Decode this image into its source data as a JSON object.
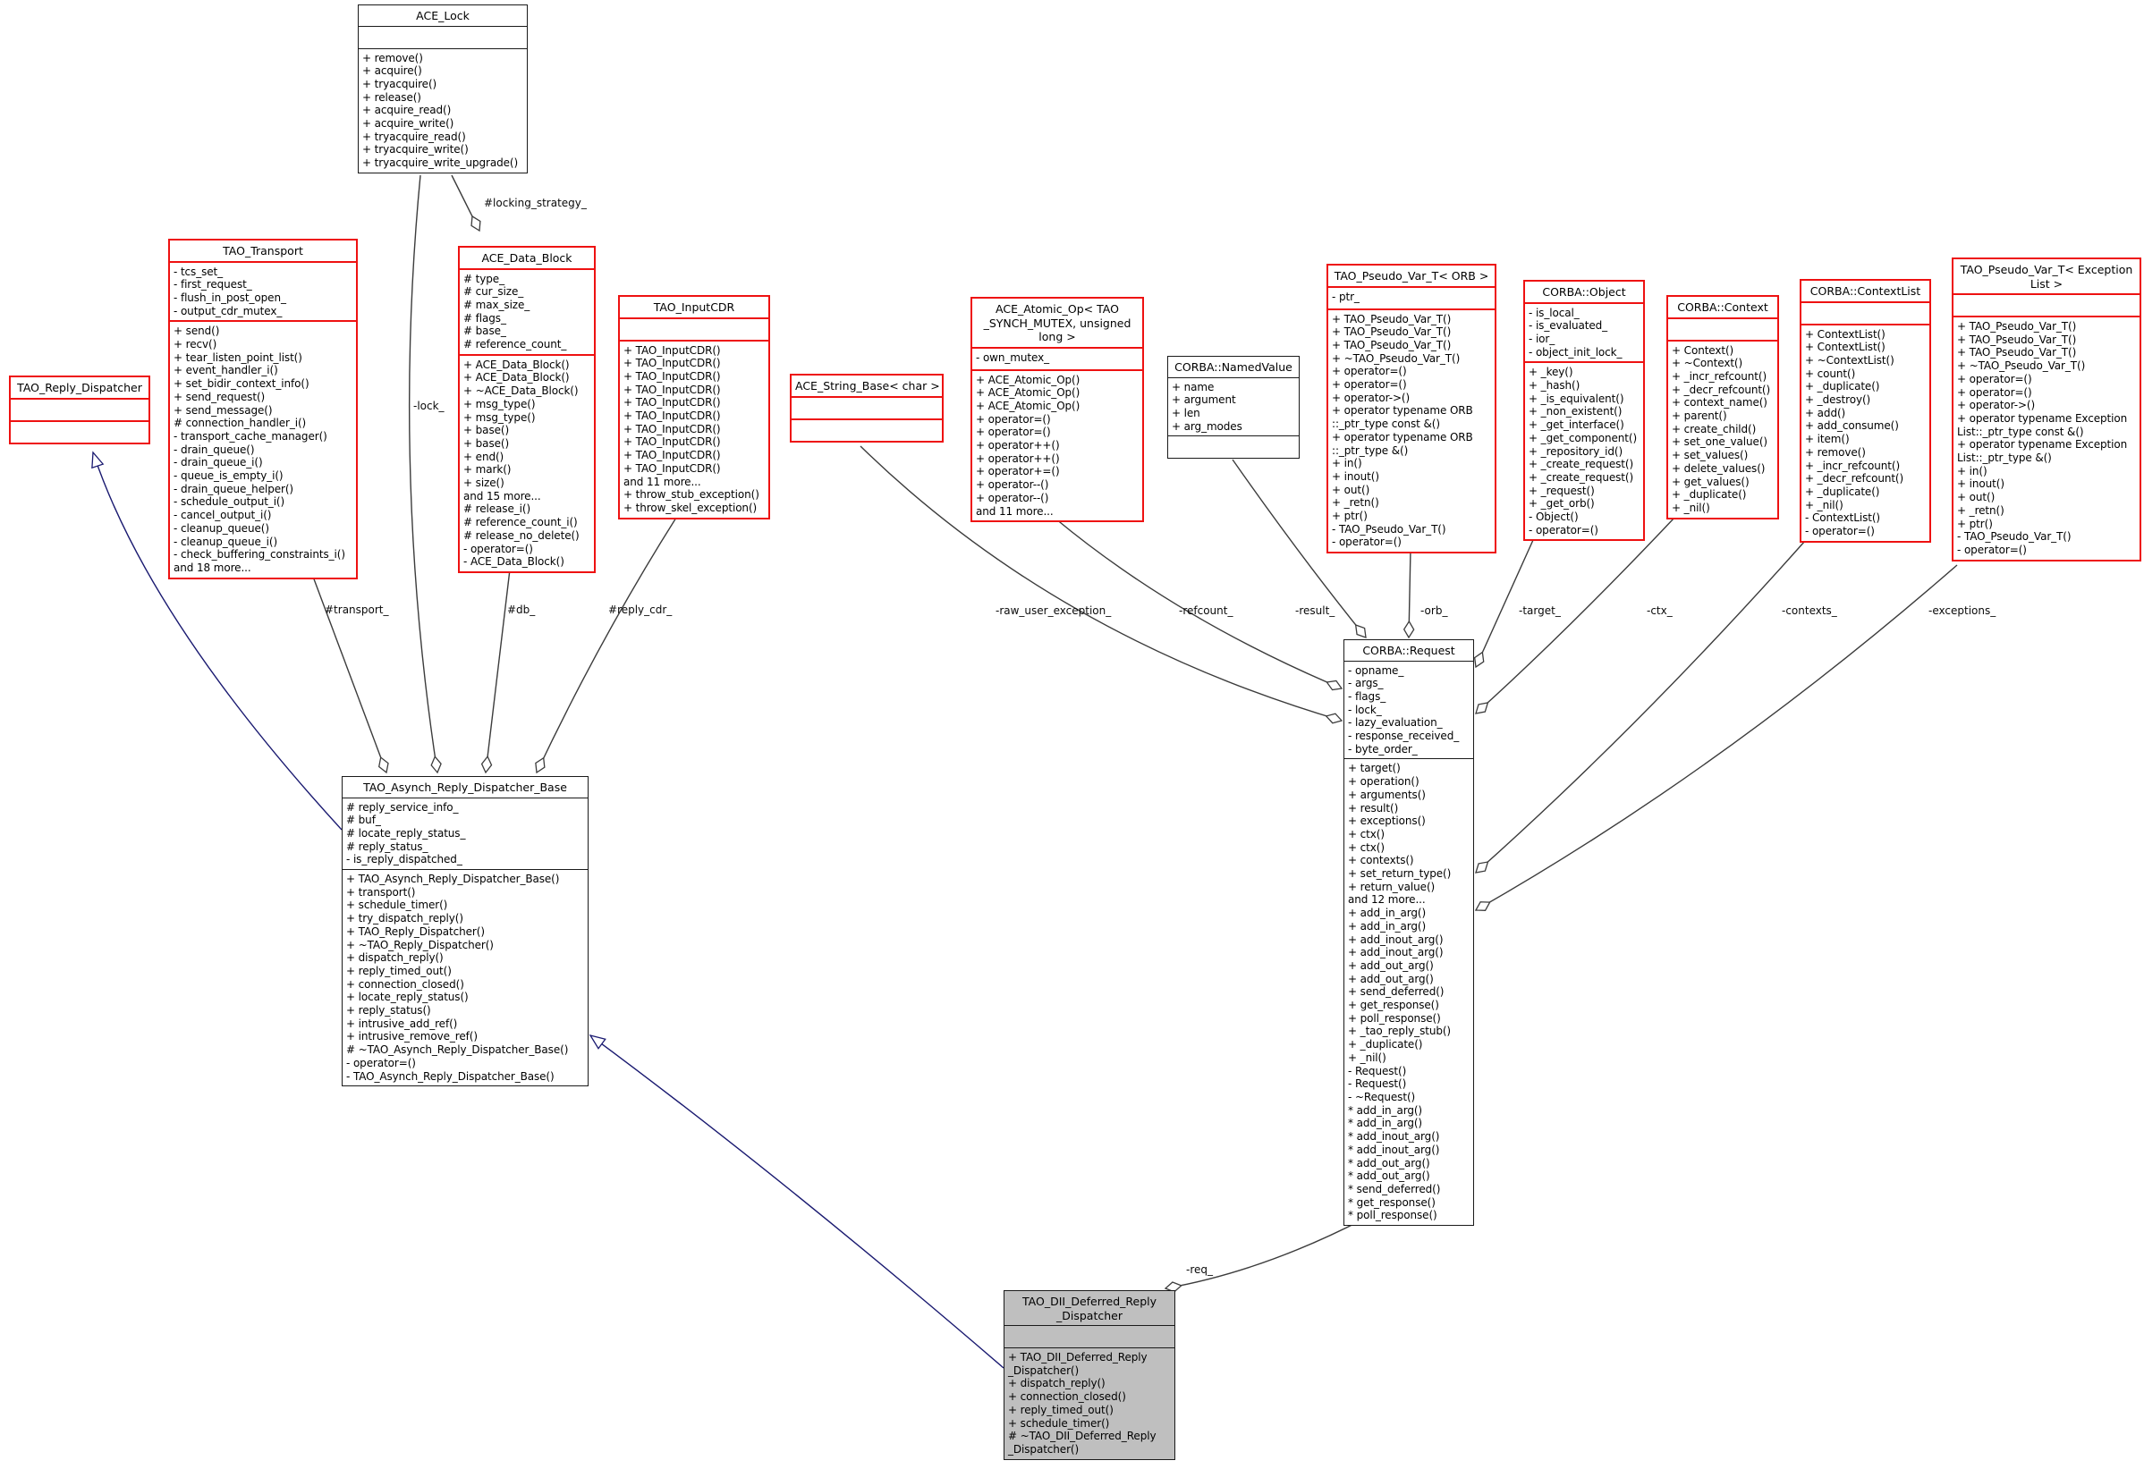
{
  "diagram": {
    "colors": {
      "background": "#ffffff",
      "box_border_red": "#ee1111",
      "box_border_black": "#1a1a1a",
      "box_fill": "#ffffff",
      "highlight_fill": "#bfbfbf",
      "edge": "#3c3c3c",
      "generalization_edge": "#191970",
      "label_text": "#000000"
    },
    "classes": [
      {
        "id": "ace_lock",
        "variant": "black",
        "title": [
          "ACE_Lock"
        ],
        "attributes": [],
        "operations": [
          "+ remove()",
          "+ acquire()",
          "+ tryacquire()",
          "+ release()",
          "+ acquire_read()",
          "+ acquire_write()",
          "+ tryacquire_read()",
          "+ tryacquire_write()",
          "+ tryacquire_write_upgrade()"
        ]
      },
      {
        "id": "tao_transport",
        "variant": "red",
        "title": [
          "TAO_Transport"
        ],
        "attributes": [
          "- tcs_set_",
          "- first_request_",
          "- flush_in_post_open_",
          "- output_cdr_mutex_"
        ],
        "operations": [
          "+ send()",
          "+ recv()",
          "+ tear_listen_point_list()",
          "+ event_handler_i()",
          "+ set_bidir_context_info()",
          "+ send_request()",
          "+ send_message()",
          "# connection_handler_i()",
          "- transport_cache_manager()",
          "- drain_queue()",
          "- drain_queue_i()",
          "- queue_is_empty_i()",
          "- drain_queue_helper()",
          "- schedule_output_i()",
          "- cancel_output_i()",
          "- cleanup_queue()",
          "- cleanup_queue_i()",
          "- check_buffering_constraints_i()",
          "and 18 more..."
        ]
      },
      {
        "id": "ace_data_block",
        "variant": "red",
        "title": [
          "ACE_Data_Block"
        ],
        "attributes": [
          "# type_",
          "# cur_size_",
          "# max_size_",
          "# flags_",
          "# base_",
          "# reference_count_"
        ],
        "operations": [
          "+ ACE_Data_Block()",
          "+ ACE_Data_Block()",
          "+ ~ACE_Data_Block()",
          "+ msg_type()",
          "+ msg_type()",
          "+ base()",
          "+ base()",
          "+ end()",
          "+ mark()",
          "+ size()",
          "and 15 more...",
          "# release_i()",
          "# reference_count_i()",
          "# release_no_delete()",
          "- operator=()",
          "- ACE_Data_Block()"
        ]
      },
      {
        "id": "tao_inputcdr",
        "variant": "red",
        "title": [
          "TAO_InputCDR"
        ],
        "attributes": [],
        "operations": [
          "+ TAO_InputCDR()",
          "+ TAO_InputCDR()",
          "+ TAO_InputCDR()",
          "+ TAO_InputCDR()",
          "+ TAO_InputCDR()",
          "+ TAO_InputCDR()",
          "+ TAO_InputCDR()",
          "+ TAO_InputCDR()",
          "+ TAO_InputCDR()",
          "+ TAO_InputCDR()",
          "and 11 more...",
          "+ throw_stub_exception()",
          "+ throw_skel_exception()"
        ]
      },
      {
        "id": "tao_reply_dispatcher",
        "variant": "red",
        "title": [
          "TAO_Reply_Dispatcher"
        ],
        "attributes": [],
        "operations": []
      },
      {
        "id": "ace_string_base",
        "variant": "red",
        "title": [
          "ACE_String_Base< char >"
        ],
        "attributes": [],
        "operations": []
      },
      {
        "id": "ace_atomic_op",
        "variant": "red",
        "title": [
          "ACE_Atomic_Op< TAO",
          "_SYNCH_MUTEX, unsigned",
          "long >"
        ],
        "attributes": [
          "- own_mutex_"
        ],
        "operations": [
          "+ ACE_Atomic_Op()",
          "+ ACE_Atomic_Op()",
          "+ ACE_Atomic_Op()",
          "+ operator=()",
          "+ operator=()",
          "+ operator++()",
          "+ operator++()",
          "+ operator+=()",
          "+ operator--()",
          "+ operator--()",
          "and 11 more..."
        ]
      },
      {
        "id": "corba_namedvalue",
        "variant": "black",
        "title": [
          "CORBA::NamedValue"
        ],
        "attributes": [
          "+ name",
          "+ argument",
          "+ len",
          "+ arg_modes"
        ],
        "operations": []
      },
      {
        "id": "tao_pseudo_var_orb",
        "variant": "red",
        "title": [
          "TAO_Pseudo_Var_T< ORB >"
        ],
        "attributes": [
          "- ptr_"
        ],
        "operations": [
          "+ TAO_Pseudo_Var_T()",
          "+ TAO_Pseudo_Var_T()",
          "+ TAO_Pseudo_Var_T()",
          "+ ~TAO_Pseudo_Var_T()",
          "+ operator=()",
          "+ operator=()",
          "+ operator->()",
          "+ operator typename ORB",
          "::_ptr_type const &()",
          "+ operator typename ORB",
          "::_ptr_type &()",
          "+ in()",
          "+ inout()",
          "+ out()",
          "+ _retn()",
          "+ ptr()",
          "- TAO_Pseudo_Var_T()",
          "- operator=()"
        ]
      },
      {
        "id": "corba_object",
        "variant": "red",
        "title": [
          "CORBA::Object"
        ],
        "attributes": [
          "- is_local_",
          "- is_evaluated_",
          "- ior_",
          "- object_init_lock_"
        ],
        "operations": [
          "+ _key()",
          "+ _hash()",
          "+ _is_equivalent()",
          "+ _non_existent()",
          "+ _get_interface()",
          "+ _get_component()",
          "+ _repository_id()",
          "+ _create_request()",
          "+ _create_request()",
          "+ _request()",
          "+ _get_orb()",
          "- Object()",
          "- operator=()"
        ]
      },
      {
        "id": "corba_context",
        "variant": "red",
        "title": [
          "CORBA::Context"
        ],
        "attributes": [],
        "operations": [
          "+ Context()",
          "+ ~Context()",
          "+ _incr_refcount()",
          "+ _decr_refcount()",
          "+ context_name()",
          "+ parent()",
          "+ create_child()",
          "+ set_one_value()",
          "+ set_values()",
          "+ delete_values()",
          "+ get_values()",
          "+ _duplicate()",
          "+ _nil()"
        ]
      },
      {
        "id": "corba_contextlist",
        "variant": "red",
        "title": [
          "CORBA::ContextList"
        ],
        "attributes": [],
        "operations": [
          "+ ContextList()",
          "+ ContextList()",
          "+ ~ContextList()",
          "+ count()",
          "+ _duplicate()",
          "+ _destroy()",
          "+ add()",
          "+ add_consume()",
          "+ item()",
          "+ remove()",
          "+ _incr_refcount()",
          "+ _decr_refcount()",
          "+ _duplicate()",
          "+ _nil()",
          "- ContextList()",
          "- operator=()"
        ]
      },
      {
        "id": "tao_pseudo_var_exception",
        "variant": "red",
        "title": [
          "TAO_Pseudo_Var_T< Exception",
          "List >"
        ],
        "attributes": [],
        "operations": [
          "+ TAO_Pseudo_Var_T()",
          "+ TAO_Pseudo_Var_T()",
          "+ TAO_Pseudo_Var_T()",
          "+ ~TAO_Pseudo_Var_T()",
          "+ operator=()",
          "+ operator=()",
          "+ operator->()",
          "+ operator typename Exception",
          "List::_ptr_type const &()",
          "+ operator typename Exception",
          "List::_ptr_type &()",
          "+ in()",
          "+ inout()",
          "+ out()",
          "+ _retn()",
          "+ ptr()",
          "- TAO_Pseudo_Var_T()",
          "- operator=()"
        ]
      },
      {
        "id": "tao_asynch_reply_dispatcher_base",
        "variant": "black",
        "title": [
          "TAO_Asynch_Reply_Dispatcher_Base"
        ],
        "attributes": [
          "# reply_service_info_",
          "# buf_",
          "# locate_reply_status_",
          "# reply_status_",
          "- is_reply_dispatched_"
        ],
        "operations": [
          "+ TAO_Asynch_Reply_Dispatcher_Base()",
          "+ transport()",
          "+ schedule_timer()",
          "+ try_dispatch_reply()",
          "+ TAO_Reply_Dispatcher()",
          "+ ~TAO_Reply_Dispatcher()",
          "+ dispatch_reply()",
          "+ reply_timed_out()",
          "+ connection_closed()",
          "+ locate_reply_status()",
          "+ reply_status()",
          "+ intrusive_add_ref()",
          "+ intrusive_remove_ref()",
          "# ~TAO_Asynch_Reply_Dispatcher_Base()",
          "- operator=()",
          "- TAO_Asynch_Reply_Dispatcher_Base()"
        ]
      },
      {
        "id": "corba_request",
        "variant": "black",
        "title": [
          "CORBA::Request"
        ],
        "attributes": [
          "- opname_",
          "- args_",
          "- flags_",
          "- lock_",
          "- lazy_evaluation_",
          "- response_received_",
          "- byte_order_"
        ],
        "operations": [
          "+ target()",
          "+ operation()",
          "+ arguments()",
          "+ result()",
          "+ exceptions()",
          "+ ctx()",
          "+ ctx()",
          "+ contexts()",
          "+ set_return_type()",
          "+ return_value()",
          "and 12 more...",
          "+ add_in_arg()",
          "+ add_in_arg()",
          "+ add_inout_arg()",
          "+ add_inout_arg()",
          "+ add_out_arg()",
          "+ add_out_arg()",
          "+ send_deferred()",
          "+ get_response()",
          "+ poll_response()",
          "+ _tao_reply_stub()",
          "+ _duplicate()",
          "+ _nil()",
          "- Request()",
          "- Request()",
          "- ~Request()",
          "* add_in_arg()",
          "* add_in_arg()",
          "* add_inout_arg()",
          "* add_inout_arg()",
          "* add_out_arg()",
          "* add_out_arg()",
          "* send_deferred()",
          "* get_response()",
          "* poll_response()"
        ]
      },
      {
        "id": "tao_dii_deferred_reply_dispatcher",
        "variant": "gray",
        "title": [
          "TAO_DII_Deferred_Reply",
          "_Dispatcher"
        ],
        "attributes": [],
        "operations": [
          "+ TAO_DII_Deferred_Reply",
          "_Dispatcher()",
          "+ dispatch_reply()",
          "+ connection_closed()",
          "+ reply_timed_out()",
          "+ schedule_timer()",
          "# ~TAO_DII_Deferred_Reply",
          "_Dispatcher()"
        ]
      }
    ],
    "edges": [
      {
        "id": "locking_strategy",
        "kind": "aggregation",
        "label": "#locking_strategy_"
      },
      {
        "id": "lock",
        "kind": "aggregation",
        "label": "-lock_"
      },
      {
        "id": "transport",
        "kind": "aggregation",
        "label": "#transport_"
      },
      {
        "id": "db",
        "kind": "aggregation",
        "label": "#db_"
      },
      {
        "id": "reply_cdr",
        "kind": "aggregation",
        "label": "#reply_cdr_"
      },
      {
        "id": "raw_user_exception",
        "kind": "aggregation",
        "label": "-raw_user_exception_"
      },
      {
        "id": "refcount",
        "kind": "aggregation",
        "label": "-refcount_"
      },
      {
        "id": "result",
        "kind": "aggregation",
        "label": "-result_"
      },
      {
        "id": "orb",
        "kind": "aggregation",
        "label": "-orb_"
      },
      {
        "id": "target",
        "kind": "aggregation",
        "label": "-target_"
      },
      {
        "id": "ctx",
        "kind": "aggregation",
        "label": "-ctx_"
      },
      {
        "id": "contexts",
        "kind": "aggregation",
        "label": "-contexts_"
      },
      {
        "id": "exceptions",
        "kind": "aggregation",
        "label": "-exceptions_"
      },
      {
        "id": "req",
        "kind": "aggregation",
        "label": "-req_"
      },
      {
        "id": "gen_reply_dispatcher",
        "kind": "generalization",
        "label": ""
      },
      {
        "id": "gen_asynch",
        "kind": "generalization",
        "label": ""
      }
    ]
  }
}
